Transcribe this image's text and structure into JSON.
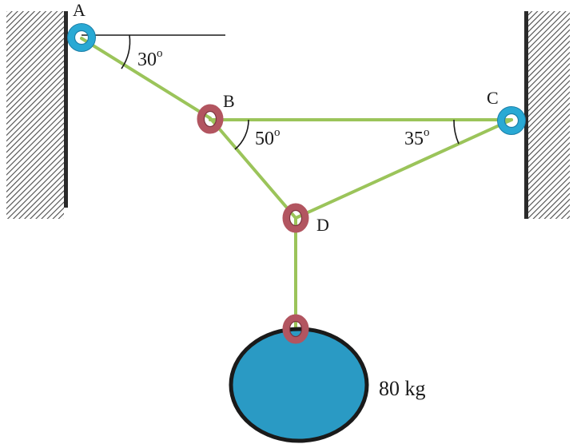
{
  "colors": {
    "rope": "#9bc45a",
    "wall_hatch": "#4a4a4a",
    "wall_edge": "#2a2a2a",
    "ring_blue": "#29a9d4",
    "ring_red": "#b25560",
    "mass_fill": "#2a9ac4",
    "mass_stroke": "#1a1a1a"
  },
  "icons": {
    "anchor_ring": "blue-ring-icon",
    "joint_ring": "red-ring-icon"
  },
  "points": {
    "A": "A",
    "B": "B",
    "C": "C",
    "D": "D"
  },
  "angles": {
    "at_A": {
      "value": "30",
      "unit": "o"
    },
    "at_B": {
      "value": "50",
      "unit": "o"
    },
    "at_C": {
      "value": "35",
      "unit": "o"
    }
  },
  "mass": {
    "label": "80 kg"
  }
}
